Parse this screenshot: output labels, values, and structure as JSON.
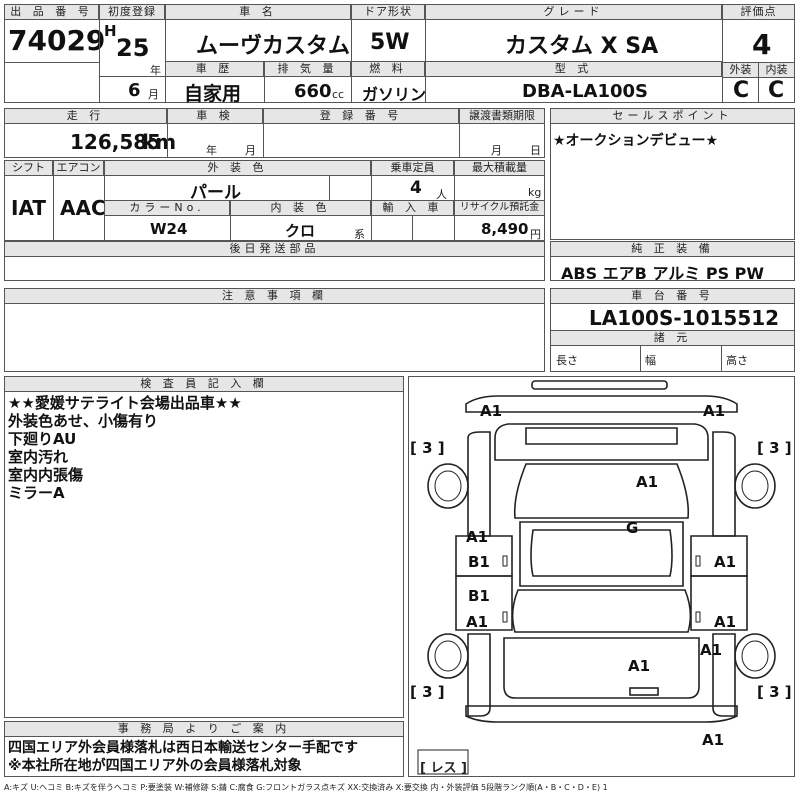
{
  "header": {
    "lot_label": "出 品 番 号",
    "lot_no": "74029",
    "first_reg_label": "初度登録",
    "era": "H",
    "year": "25",
    "year_unit": "年",
    "month": "6",
    "month_unit": "月",
    "car_name_label": "車 名",
    "car_name": "ムーヴカスタム",
    "door_label": "ドア形状",
    "door": "5W",
    "grade_label": "グレード",
    "grade": "カスタム X SA",
    "score_label": "評価点",
    "score": "4",
    "history_label": "車 歴",
    "history": "自家用",
    "displacement_label": "排 気 量",
    "displacement": "660",
    "displacement_unit": "cc",
    "fuel_label": "燃 料",
    "fuel": "ガソリン",
    "model_label": "型 式",
    "model": "DBA-LA100S",
    "exterior_label": "外装",
    "exterior": "C",
    "interior_label": "内装",
    "interior": "C"
  },
  "row2": {
    "mileage_label": "走 行",
    "mileage": "126,585",
    "mileage_unit": "km",
    "inspection_label": "車 検",
    "insp_year_unit": "年",
    "insp_month_unit": "月",
    "reg_no_label": "登 録 番 号",
    "transfer_label": "譲渡書類期限",
    "transfer_month_unit": "月",
    "transfer_day_unit": "日",
    "sales_label": "セールスポイント",
    "sales_text": "★オークションデビュー★"
  },
  "row3": {
    "shift_label": "シフト",
    "shift": "IAT",
    "ac_label": "エアコン",
    "ac": "AAC",
    "color_label": "外 装 色",
    "color": "パール",
    "capacity_label": "乗車定員",
    "capacity": "4",
    "capacity_unit": "人",
    "max_load_label": "最大積載量",
    "max_load_unit": "kg",
    "color_no_label": "カラーNo.",
    "color_no": "W24",
    "int_color_label": "内 装 色",
    "int_color": "クロ",
    "int_color_unit": "系",
    "import_label": "輸 入 車",
    "recycle_label": "リサイクル預託金",
    "recycle": "8,490",
    "recycle_unit": "円"
  },
  "later_parts_label": "後日発送部品",
  "equipment_label": "純 正 装 備",
  "equipment": "ABS エアB アルミ PS PW",
  "notes_label": "注 意 事 項 欄",
  "chassis_label": "車 台 番 号",
  "chassis_no": "LA100S-1015512",
  "specs_label": "諸 元",
  "length_label": "長さ",
  "width_label": "幅",
  "height_label": "高さ",
  "inspector_label": "検 査 員 記 入 欄",
  "inspector_lines": [
    "★★愛媛サテライト会場出品車★★",
    "外装色あせ、小傷有り",
    "下廻りAU",
    "室内汚れ",
    "室内内張傷",
    "ミラーA"
  ],
  "office_label": "事 務 局 よ り ご 案 内",
  "office_lines": [
    "四国エリア外会員様落札は西日本輸送センター手配です",
    "※本社所在地が四国エリア外の会員様落札対象"
  ],
  "diagram": {
    "tags": [
      "A1",
      "A1",
      "A1",
      "G",
      "A1",
      "B1",
      "A1",
      "B1",
      "A1",
      "A1",
      "A1",
      "A1",
      "A1"
    ],
    "tires": [
      "3",
      "3",
      "3",
      "3"
    ],
    "spare_label": "レス"
  },
  "legend": "A:キズ U:ヘコミ B:キズを伴うヘコミ P:要塗装 W:補修跡 S:錆 C:腐食 G:フロントガラス点キズ XX:交換済み X:要交換 内・外装評価 5段階ランク順(A・B・C・D・E) 1"
}
